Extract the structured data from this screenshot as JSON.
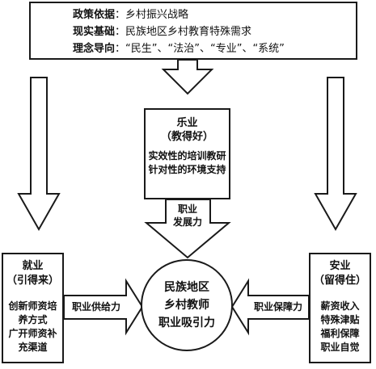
{
  "top": {
    "lines": [
      {
        "key": "政策依据",
        "value": "乡村振兴战略"
      },
      {
        "key": "现实基础",
        "value": "民族地区乡村教育特殊需求"
      },
      {
        "key": "理念导向",
        "value": "“民生”、“法治”、“专业”、“系统”"
      }
    ]
  },
  "center": {
    "title": "乐业",
    "subtitle": "（教得好）",
    "line1": "实效性的培训教研",
    "line2": "针对性的环境支持",
    "arrow_label1": "职业",
    "arrow_label2": "发展力"
  },
  "left": {
    "title": "就业",
    "subtitle": "（引得来）",
    "body": [
      "创新师资培",
      "养方式",
      "广开师资补",
      "充渠道"
    ],
    "arrow_label": "职业供给力"
  },
  "right": {
    "title": "安业",
    "subtitle": "（留得住）",
    "body": [
      "薪资收入",
      "特殊津贴",
      "福利保障",
      "职业自觉"
    ],
    "arrow_label": "职业保障力"
  },
  "circle": {
    "lines": [
      "民族地区",
      "乡村教师",
      "职业吸引力"
    ]
  }
}
